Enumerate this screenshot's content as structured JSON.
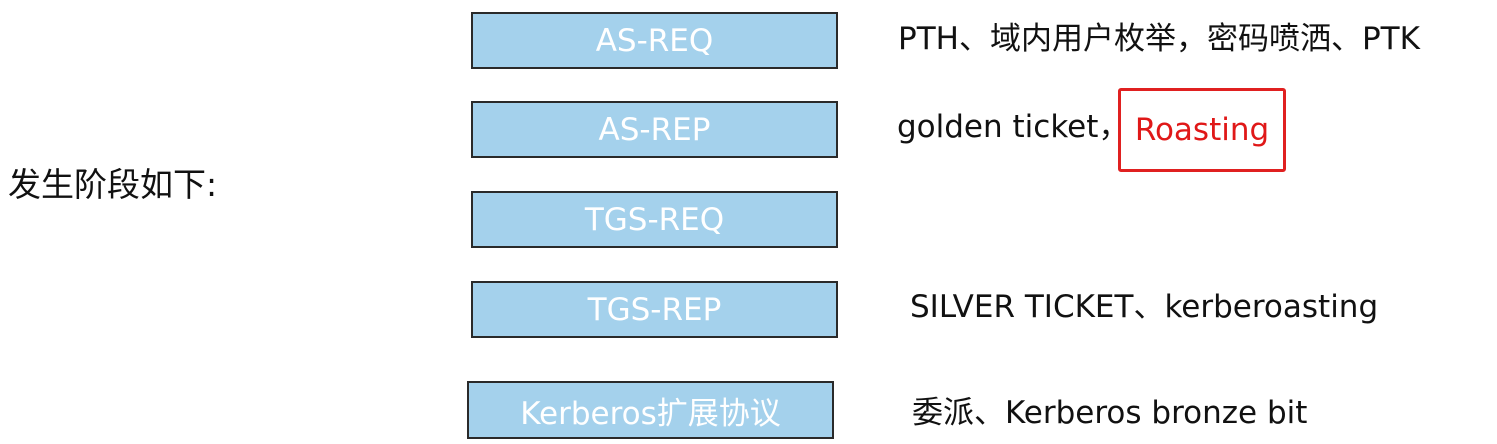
{
  "heading": "发生阶段如下:",
  "stages": [
    {
      "label": "AS-REQ"
    },
    {
      "label": "AS-REP"
    },
    {
      "label": "TGS-REQ"
    },
    {
      "label": "TGS-REP"
    },
    {
      "label": "Kerberos扩展协议"
    }
  ],
  "notes": {
    "as_req": "PTH、域内用户枚举，密码喷洒、PTK",
    "as_rep_prefix": "golden ticket，",
    "as_rep_highlight": "Roasting",
    "tgs_rep": "SILVER TICKET、kerberoasting",
    "extension": "委派、Kerberos bronze bit"
  },
  "colors": {
    "box_fill": "#a4d1ec",
    "box_border": "#2a2a2a",
    "box_text": "#ffffff",
    "highlight": "#e02020"
  }
}
